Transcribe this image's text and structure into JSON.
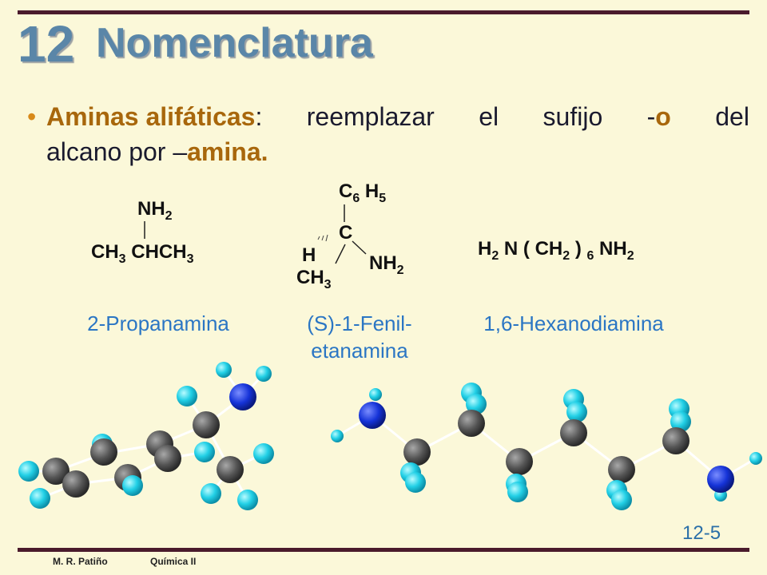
{
  "slide": {
    "number": "12",
    "title": "Nomenclatura",
    "page_number": "12-5"
  },
  "bullet": {
    "term": "Aminas alifáticas",
    "colon": ":",
    "words": [
      "reemplazar",
      "el",
      "sufijo"
    ],
    "dash": "-",
    "suffix": "o",
    "last_word": "del",
    "line2_text": "alcano por –",
    "line2_highlight": "amina."
  },
  "structures": {
    "propan": {
      "top": "NH",
      "top_sub": "2",
      "main": [
        "CH",
        "3",
        " CHCH",
        "3"
      ]
    },
    "fenil": {
      "top": "C",
      "top_sub": "6",
      "top2": " H",
      "top2_sub": "5",
      "center": "C",
      "left": "H",
      "right": "NH",
      "right_sub": "2",
      "bottom": "CH",
      "bottom_sub": "3"
    },
    "hexano": [
      "H",
      "2",
      " N ( CH",
      "2",
      " ) ",
      "6",
      " NH",
      "2"
    ]
  },
  "names": {
    "propan": "2-Propanamina",
    "fenil_line1": "(S)-1-Fenil-",
    "fenil_line2": "etanamina",
    "hexano": "1,6-Hexanodiamina"
  },
  "footer": {
    "author": "M. R. Patiño",
    "course": "Química II"
  },
  "colors": {
    "title": "#5a86a8",
    "highlight": "#a8670c",
    "name": "#2b76c4",
    "carbon_atom": "#555555",
    "hydrogen_atom": "#22d0e6",
    "nitrogen_atom": "#1533d8"
  }
}
